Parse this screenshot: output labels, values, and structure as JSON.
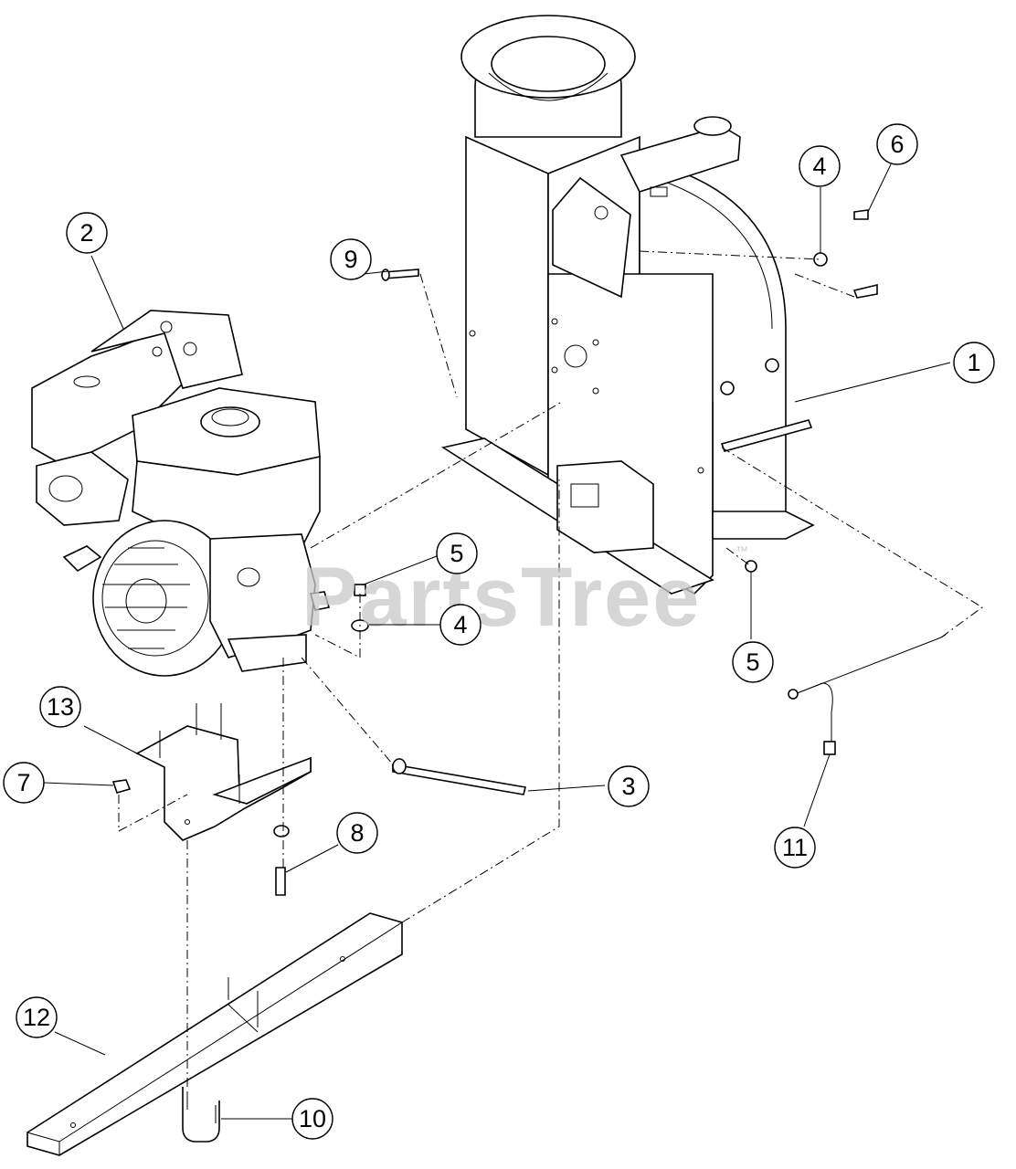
{
  "watermark": {
    "text": "PartsTree",
    "tm": "™"
  },
  "callouts": [
    {
      "id": "callout-1",
      "label": "1"
    },
    {
      "id": "callout-2",
      "label": "2"
    },
    {
      "id": "callout-3",
      "label": "3"
    },
    {
      "id": "callout-4-top",
      "label": "4"
    },
    {
      "id": "callout-4-mid",
      "label": "4"
    },
    {
      "id": "callout-5-mid",
      "label": "5"
    },
    {
      "id": "callout-5-right",
      "label": "5"
    },
    {
      "id": "callout-6",
      "label": "6"
    },
    {
      "id": "callout-7",
      "label": "7"
    },
    {
      "id": "callout-8",
      "label": "8"
    },
    {
      "id": "callout-9",
      "label": "9"
    },
    {
      "id": "callout-10",
      "label": "10"
    },
    {
      "id": "callout-11",
      "label": "11"
    },
    {
      "id": "callout-12",
      "label": "12"
    },
    {
      "id": "callout-13",
      "label": "13"
    }
  ]
}
